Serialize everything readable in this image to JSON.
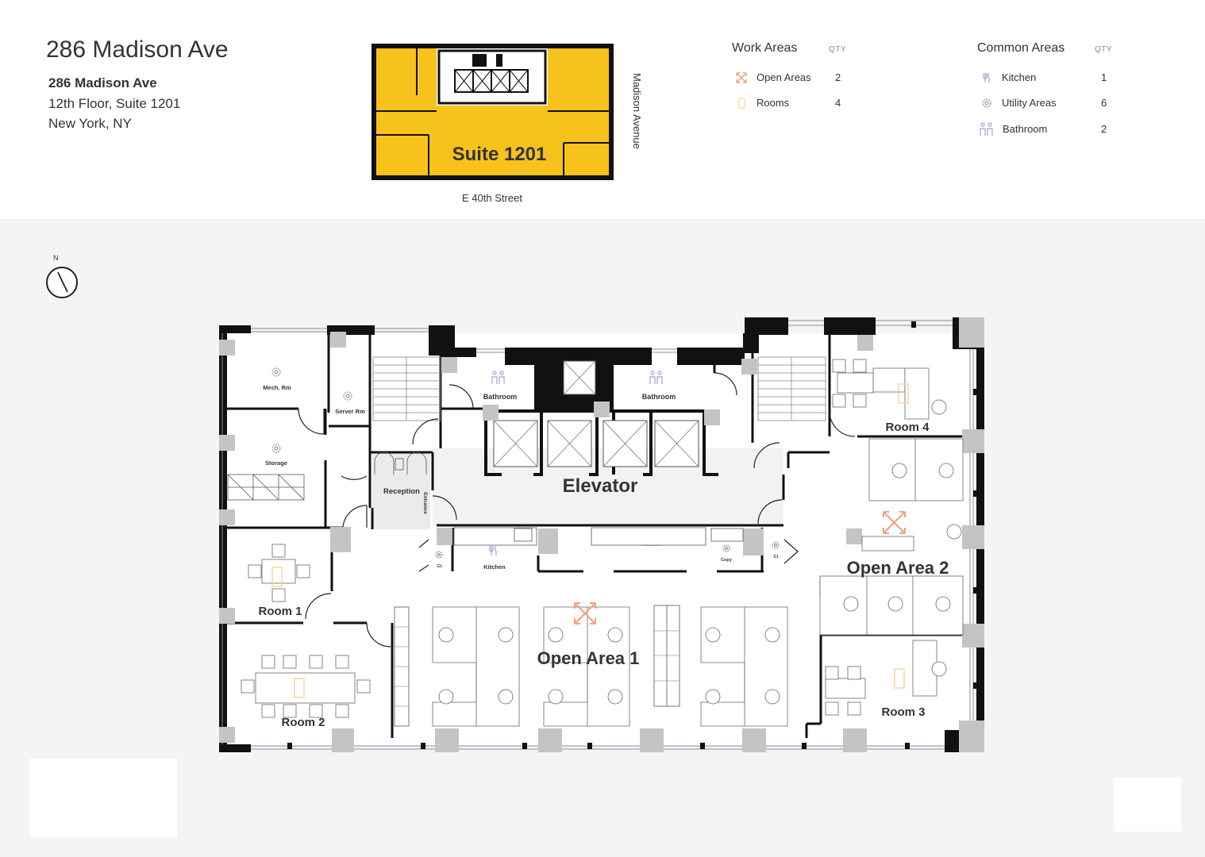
{
  "header": {
    "title": "286 Madison Ave",
    "address_line1": "286 Madison Ave",
    "address_line2": "12th Floor, Suite 1201",
    "address_line3": "New York, NY"
  },
  "keymap": {
    "suite_label": "Suite 1201",
    "street_bottom": "E 40th Street",
    "street_right": "Madison Avenue",
    "highlight_color": "#f7c21b"
  },
  "legend": {
    "work": {
      "heading": "Work Areas",
      "qty_heading": "QTY",
      "items": [
        {
          "label": "Open Areas",
          "qty": "2",
          "icon": "open-area-icon"
        },
        {
          "label": "Rooms",
          "qty": "4",
          "icon": "room-icon"
        }
      ]
    },
    "common": {
      "heading": "Common Areas",
      "qty_heading": "QTY",
      "items": [
        {
          "label": "Kitchen",
          "qty": "1",
          "icon": "kitchen-icon"
        },
        {
          "label": "Utility Areas",
          "qty": "6",
          "icon": "utility-icon"
        },
        {
          "label": "Bathroom",
          "qty": "2",
          "icon": "bathroom-icon"
        }
      ]
    }
  },
  "compass": {
    "label": "N"
  },
  "plan": {
    "elevator": "Elevator",
    "open_area_1": "Open Area 1",
    "open_area_2": "Open Area 2",
    "room_1": "Room 1",
    "room_2": "Room 2",
    "room_3": "Room 3",
    "room_4": "Room 4",
    "mech": "Mech. Rm",
    "server": "Server Rm",
    "storage": "Storage",
    "bathroom_a": "Bathroom",
    "bathroom_b": "Bathroom",
    "reception": "Reception",
    "entrance": "Entrance",
    "kitchen": "Kitchen",
    "copy": "Copy",
    "closet_a": "Cl.",
    "closet_b": "Cl."
  },
  "colors": {
    "wall": "#111111",
    "column": "#c4c4c4",
    "open_area_icon": "#f0a07a",
    "room_icon": "#f5d79a",
    "common_icon": "#9aa6d8",
    "utility_icon": "#999999"
  }
}
